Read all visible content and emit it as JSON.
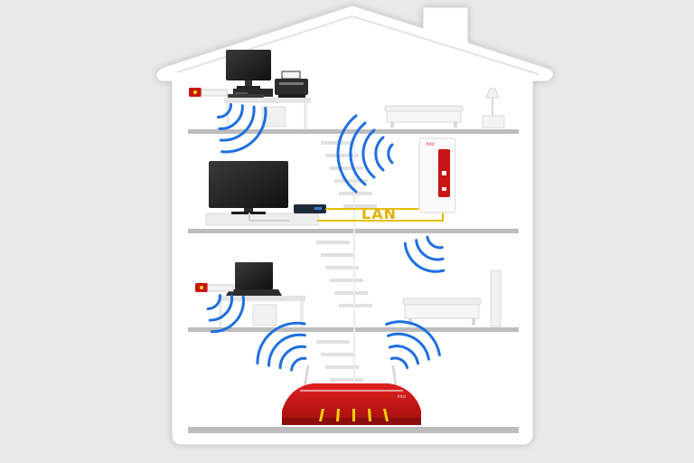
{
  "diagram": {
    "connection_label": "LAN",
    "device_brand": "fritz!",
    "icons": [
      "house-outline",
      "desktop-monitor",
      "printer",
      "usb-wlan-stick",
      "keyboard",
      "sofa",
      "table-lamp",
      "staircase",
      "wlan-repeater",
      "flatscreen-tv",
      "media-box",
      "laptop",
      "floor-lamp",
      "wlan-router",
      "wifi-waves"
    ],
    "colors": {
      "wifi_blue": "#1f6fe0",
      "lan_cable": "#e2c000",
      "device_red": "#c81414",
      "floor_gray": "#bdbdbd",
      "house_fill": "#ffffff",
      "background": "#e9e9e9"
    }
  }
}
